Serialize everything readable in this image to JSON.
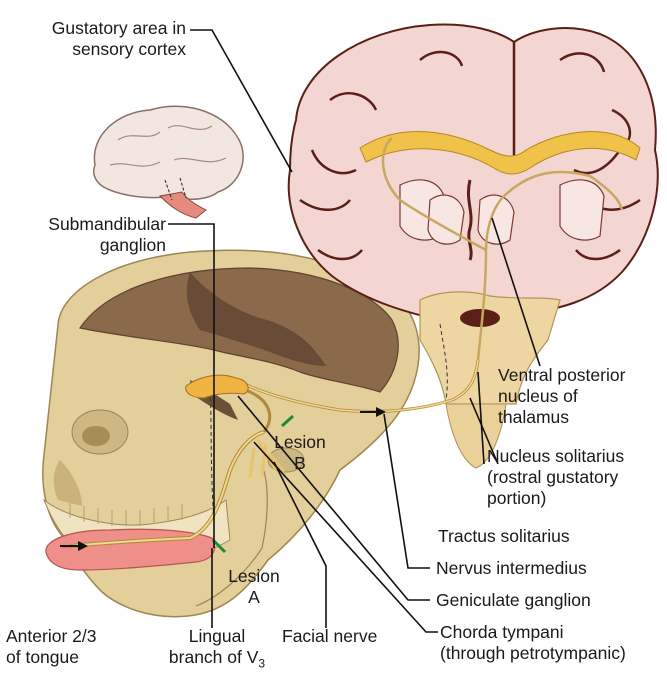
{
  "labels": {
    "gustatory_area": [
      "Gustatory area in",
      "sensory cortex"
    ],
    "submandibular_ganglion": [
      "Submandibular",
      "ganglion"
    ],
    "ventral_posterior": [
      "Ventral posterior",
      "nucleus of",
      "thalamus"
    ],
    "nucleus_solitarius": [
      "Nucleus solitarius",
      "(rostral gustatory",
      "portion)"
    ],
    "tractus_solitarius": "Tractus solitarius",
    "nervus_intermedius": "Nervus intermedius",
    "geniculate_ganglion": "Geniculate ganglion",
    "chorda_tympani": [
      "Chorda tympani",
      "(through petrotympanic)"
    ],
    "lesion_a": [
      "Lesion",
      "A"
    ],
    "lesion_b": [
      "Lesion",
      "B"
    ],
    "anterior_tongue": [
      "Anterior 2/3",
      "of tongue"
    ],
    "lingual_branch": [
      "Lingual",
      "branch of V",
      "3"
    ],
    "facial_nerve": "Facial nerve"
  },
  "colors": {
    "skull": "#e2cf9a",
    "skull_shadow": "#b9a26a",
    "cranial_cavity": "#8a6a4a",
    "brain_pink": "#f3d6d2",
    "brain_outline": "#5a1f16",
    "nerve": "#e8c87a",
    "lesion_marker": "#1f8a3a",
    "tongue": "#ef8f8a",
    "leader_line": "#111111"
  }
}
